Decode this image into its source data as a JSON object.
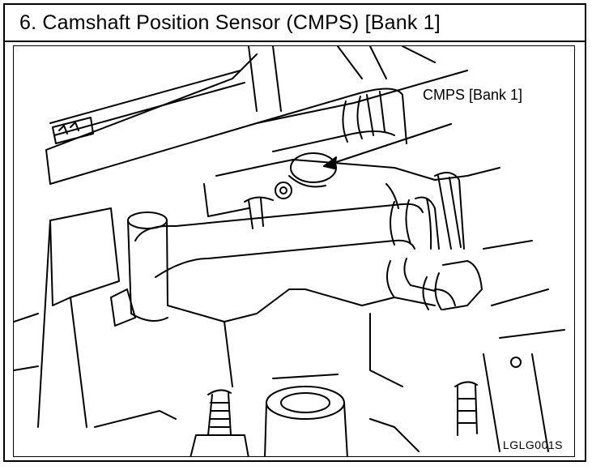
{
  "header": {
    "title": "6. Camshaft Position Sensor (CMPS) [Bank 1]"
  },
  "figure": {
    "callout_label": "CMPS [Bank 1]",
    "figure_code": "LGLG001S"
  }
}
